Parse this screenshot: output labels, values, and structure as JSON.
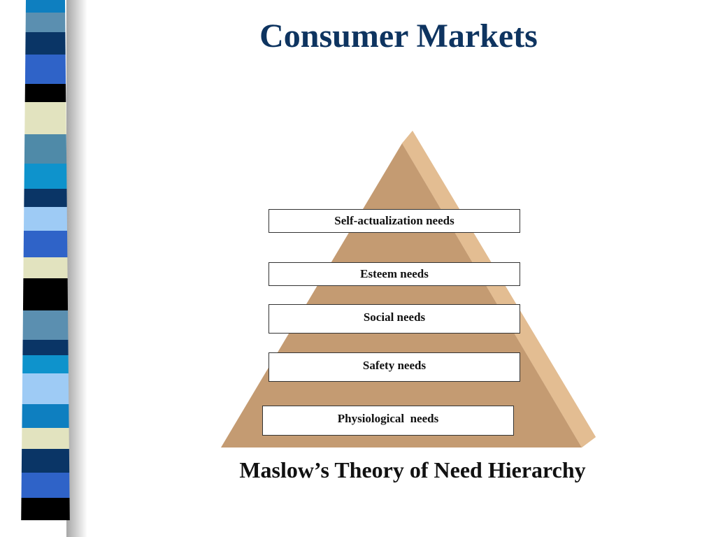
{
  "slide": {
    "title": "Consumer Markets",
    "caption": "Maslow’s Theory of Need Hierarchy"
  },
  "pyramid": {
    "levels": [
      "Self-actualization needs",
      "Esteem needs",
      "Social needs",
      "Safety needs",
      "Physiological  needs"
    ],
    "colors": {
      "face": "#c49b72",
      "side": "#d8ad80",
      "edge": "#e3bd92"
    }
  },
  "decoration": {
    "stripe_colors": [
      "#0e7fc0",
      "#5b8fb0",
      "#0a3566",
      "#2f63c8",
      "#000000",
      "#e2e3bf",
      "#4f8aa8",
      "#0e93cc",
      "#0a3566",
      "#9ecbf5",
      "#2f63c8",
      "#e2e3bf",
      "#000000",
      "#5b8fb0",
      "#0a3566",
      "#0e93cc",
      "#9ecbf5",
      "#0e7fc0",
      "#e2e3bf",
      "#0a3566",
      "#2f63c8",
      "#000000"
    ]
  }
}
